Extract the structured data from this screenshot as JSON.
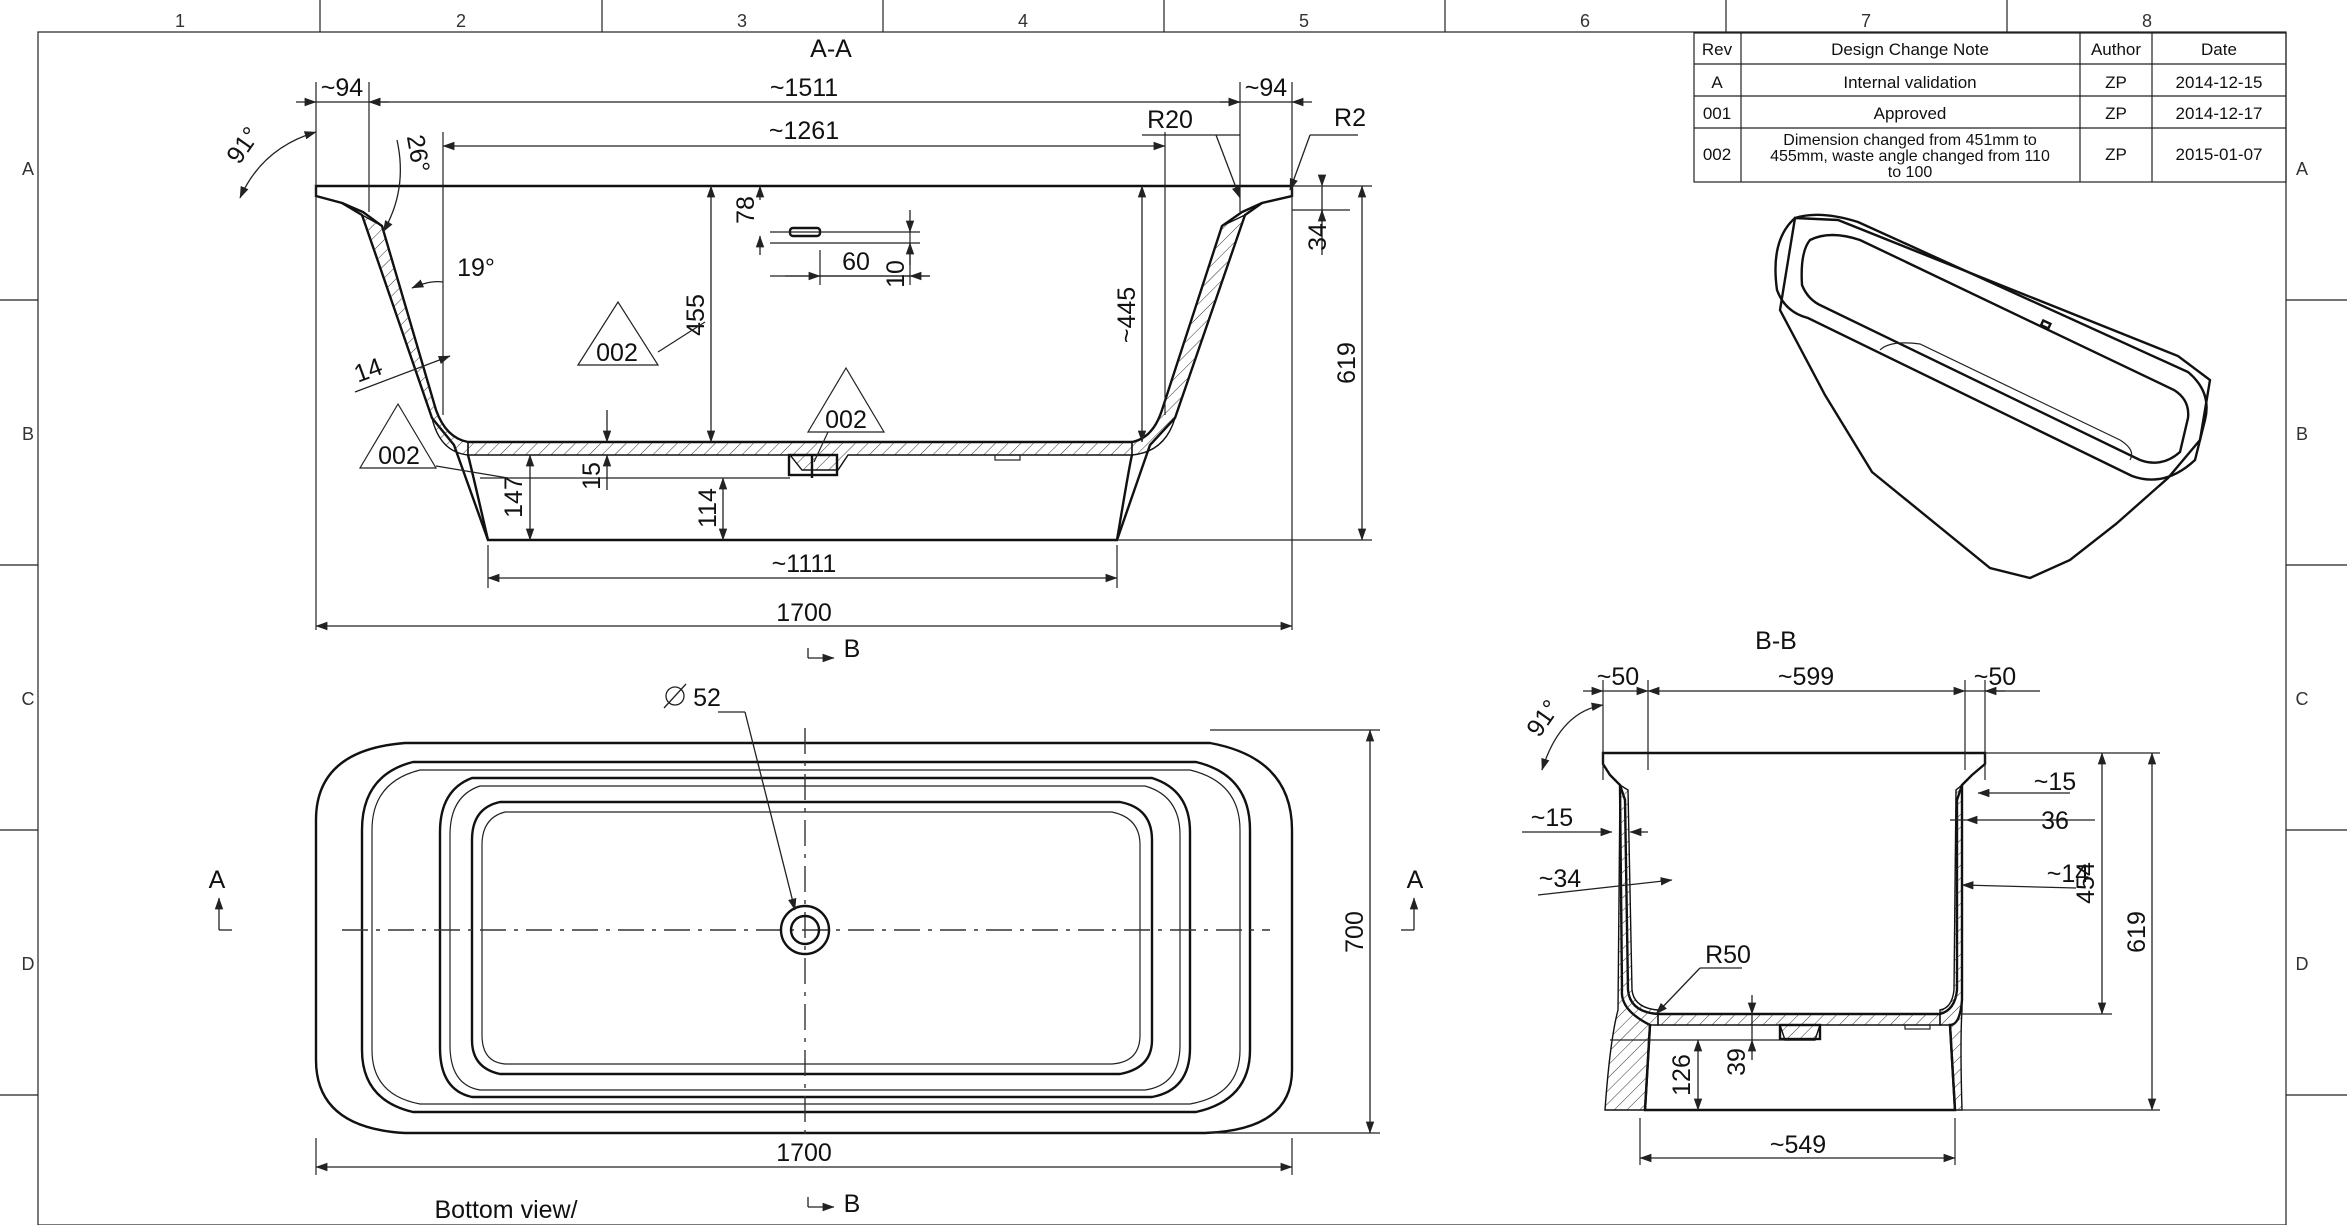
{
  "frame": {
    "columns": [
      "1",
      "2",
      "3",
      "4",
      "5",
      "6",
      "7",
      "8"
    ],
    "rows": [
      "A",
      "B",
      "C",
      "D"
    ]
  },
  "revision_table": {
    "headers": [
      "Rev",
      "Design Change Note",
      "Author",
      "Date"
    ],
    "rows": [
      {
        "rev": "A",
        "note": "Internal validation",
        "author": "ZP",
        "date": "2014-12-15"
      },
      {
        "rev": "001",
        "note": "Approved",
        "author": "ZP",
        "date": "2014-12-17"
      },
      {
        "rev": "002",
        "note_lines": [
          "Dimension changed from 451mm to",
          "455mm, waste angle changed from 110",
          "to 100"
        ],
        "author": "ZP",
        "date": "2015-01-07"
      }
    ]
  },
  "views": {
    "section_aa": {
      "title": "A-A",
      "dims": {
        "rim_left": "~94",
        "top_width": "~1511",
        "rim_right": "~94",
        "inner_width": "~1261",
        "r20": "R20",
        "r2": "R2",
        "angle_91": "91°",
        "angle_26": "26°",
        "angle_19": "19°",
        "wall_14": "14",
        "d78": "78",
        "d60": "60",
        "d10": "10",
        "depth_455": "455",
        "depth_445": "~445",
        "d34": "34",
        "height_619": "619",
        "d15": "15",
        "d147": "147",
        "d114": "114",
        "base_width": "~1111",
        "overall_length": "1700"
      },
      "rev_tags": [
        "002",
        "002",
        "002"
      ],
      "section_marker": "B"
    },
    "bottom_view": {
      "title": "Bottom view/",
      "drain_dia": "52",
      "length": "1700",
      "width": "700",
      "section_label_left": "A",
      "section_label_right": "A",
      "section_marker": "B"
    },
    "section_bb": {
      "title": "B-B",
      "dims": {
        "angle_91": "91°",
        "rim_left": "~50",
        "top_width": "~599",
        "rim_right": "~50",
        "d15_left": "~15",
        "d34": "~34",
        "r50": "R50",
        "d15_right": "~15",
        "d36": "36",
        "d14": "~14",
        "depth_454": "454",
        "height_619": "619",
        "d126": "126",
        "d39": "39",
        "base_width": "~549"
      }
    }
  }
}
